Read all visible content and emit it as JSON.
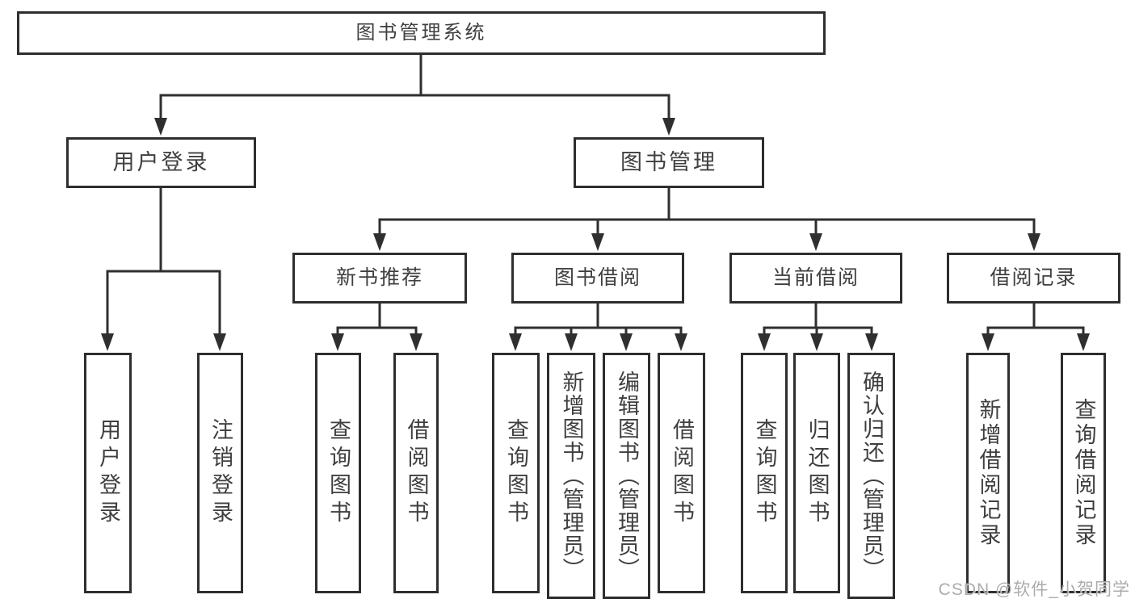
{
  "tree": {
    "label": "图书管理系统",
    "children": [
      {
        "label": "用户登录",
        "children": [
          {
            "label": "用户登录"
          },
          {
            "label": "注销登录"
          }
        ]
      },
      {
        "label": "图书管理",
        "children": [
          {
            "label": "新书推荐",
            "children": [
              {
                "label": "查询图书"
              },
              {
                "label": "借阅图书"
              }
            ]
          },
          {
            "label": "图书借阅",
            "children": [
              {
                "label": "查询图书"
              },
              {
                "label": "新增图书（管理员）"
              },
              {
                "label": "编辑图书（管理员）"
              },
              {
                "label": "借阅图书"
              }
            ]
          },
          {
            "label": "当前借阅",
            "children": [
              {
                "label": "查询图书"
              },
              {
                "label": "归还图书"
              },
              {
                "label": "确认归还（管理员）"
              }
            ]
          },
          {
            "label": "借阅记录",
            "children": [
              {
                "label": "新增借阅记录"
              },
              {
                "label": "查询借阅记录"
              }
            ]
          }
        ]
      }
    ]
  },
  "watermark": {
    "text": "CSDN @软件_小贺同学"
  },
  "colors": {
    "line": "#2f2f2f",
    "box_border": "#2e2e2e",
    "text": "#3f3f3f",
    "watermark": "#a8a8a8",
    "background": "#ffffff"
  }
}
